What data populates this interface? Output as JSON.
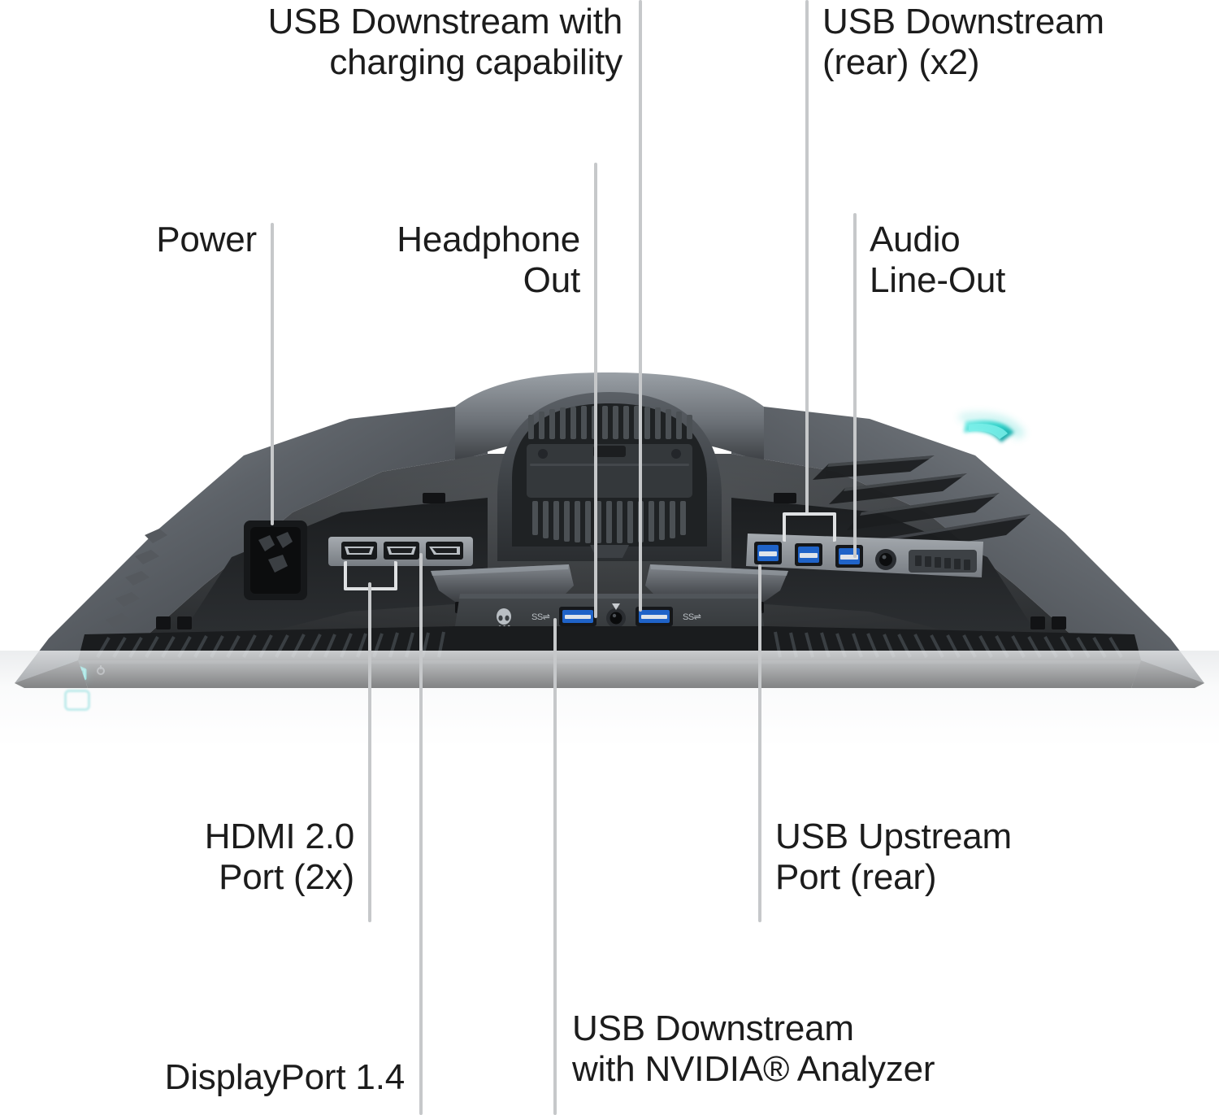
{
  "diagram": {
    "title": "Alienware gaming monitor rear port layout callout diagram",
    "product": "Alienware gaming monitor (rear/bottom view)",
    "background_color": "#ffffff",
    "leader_line_color": "#c6c8ca",
    "text_color": "#1c1c1c",
    "accent_color": "#2fd0c8",
    "usb_port_color": "#1f63c8"
  },
  "callouts": [
    {
      "id": "usb-downstream-charging",
      "label": "USB Downstream with\ncharging capability",
      "align": "right",
      "position": "top-left"
    },
    {
      "id": "usb-downstream-rear-x2",
      "label": "USB Downstream\n(rear) (x2)",
      "align": "left",
      "position": "top-right"
    },
    {
      "id": "power",
      "label": "Power",
      "align": "right",
      "position": "upper-left"
    },
    {
      "id": "headphone-out",
      "label": "Headphone\nOut",
      "align": "right",
      "position": "upper-left-center"
    },
    {
      "id": "audio-line-out",
      "label": "Audio\nLine-Out",
      "align": "left",
      "position": "upper-right"
    },
    {
      "id": "hdmi-2-0-port-2x",
      "label": "HDMI 2.0\nPort (2x)",
      "align": "right",
      "position": "bottom-left"
    },
    {
      "id": "displayport-1-4",
      "label": "DisplayPort 1.4",
      "align": "right",
      "position": "bottom-left-lower"
    },
    {
      "id": "usb-downstream-nvidia-analyzer",
      "label": "USB Downstream\nwith NVIDIA® Analyzer",
      "align": "left",
      "position": "bottom-center"
    },
    {
      "id": "usb-upstream-port-rear",
      "label": "USB Upstream\nPort (rear)",
      "align": "left",
      "position": "bottom-right"
    }
  ],
  "ports": {
    "power_connector": "AC power inlet (C14)",
    "hdmi": {
      "name": "HDMI 2.0",
      "count": 2
    },
    "displayport": {
      "name": "DisplayPort 1.4",
      "count": 1
    },
    "usb_downstream_bottom": {
      "name": "USB 3.0 Downstream",
      "count": 2,
      "color": "#1f63c8"
    },
    "headphone_jack": {
      "name": "Headphone Out",
      "count": 1
    },
    "audio_line_out": {
      "name": "Audio Line-Out",
      "count": 1
    },
    "usb_rear_cluster": {
      "name": "USB 3.0 (1 upstream + 2 downstream)",
      "count": 3,
      "color": "#1f63c8"
    }
  },
  "chassis": {
    "osd_buttons": 5,
    "power_button_icon": "alienware-hex-logo",
    "power_button_color": "#2fd0c8",
    "led_accent_color": "#2fd0c8",
    "body_color": "#2b2d30",
    "panel_highlight": "#6d7176"
  }
}
